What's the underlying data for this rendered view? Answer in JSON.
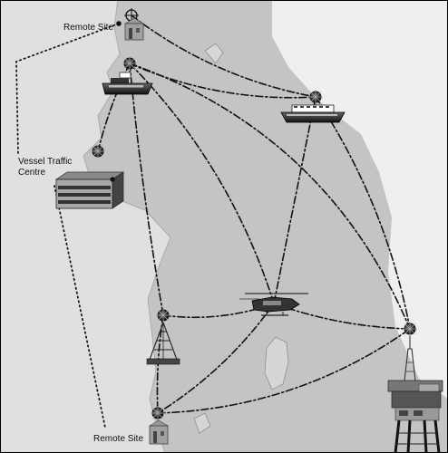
{
  "labels": {
    "remote_site_top": "Remote Site",
    "vessel_traffic_centre_line1": "Vessel Traffic",
    "vessel_traffic_centre_line2": "Centre",
    "remote_site_bottom": "Remote Site"
  },
  "nodes": [
    {
      "id": "remote-site-top",
      "icon": "building-icon"
    },
    {
      "id": "ship",
      "icon": "cargo-ship-icon"
    },
    {
      "id": "ferry",
      "icon": "ferry-icon"
    },
    {
      "id": "vessel-traffic-centre",
      "icon": "building-icon"
    },
    {
      "id": "helicopter",
      "icon": "helicopter-icon"
    },
    {
      "id": "antenna-tower",
      "icon": "radio-tower-icon"
    },
    {
      "id": "oil-platform",
      "icon": "oil-platform-icon"
    },
    {
      "id": "remote-site-bottom",
      "icon": "building-icon"
    }
  ],
  "links": [
    [
      "remote-site-top",
      "ferry"
    ],
    [
      "ship",
      "ferry"
    ],
    [
      "ship",
      "vessel-traffic-centre"
    ],
    [
      "ship",
      "antenna-tower"
    ],
    [
      "ship",
      "helicopter"
    ],
    [
      "ship",
      "oil-platform"
    ],
    [
      "ferry",
      "helicopter"
    ],
    [
      "ferry",
      "oil-platform"
    ],
    [
      "antenna-tower",
      "helicopter"
    ],
    [
      "helicopter",
      "oil-platform"
    ],
    [
      "antenna-tower",
      "remote-site-bottom"
    ],
    [
      "helicopter",
      "remote-site-bottom"
    ],
    [
      "remote-site-bottom",
      "oil-platform"
    ]
  ],
  "wired_links": [
    [
      "remote-site-top",
      "vessel-traffic-centre"
    ],
    [
      "vessel-traffic-centre",
      "remote-site-bottom"
    ]
  ],
  "colors": {
    "sea": "#c4c4c4",
    "land": "#e0e0e0",
    "deep_water": "#efefef",
    "link": "#111111"
  }
}
